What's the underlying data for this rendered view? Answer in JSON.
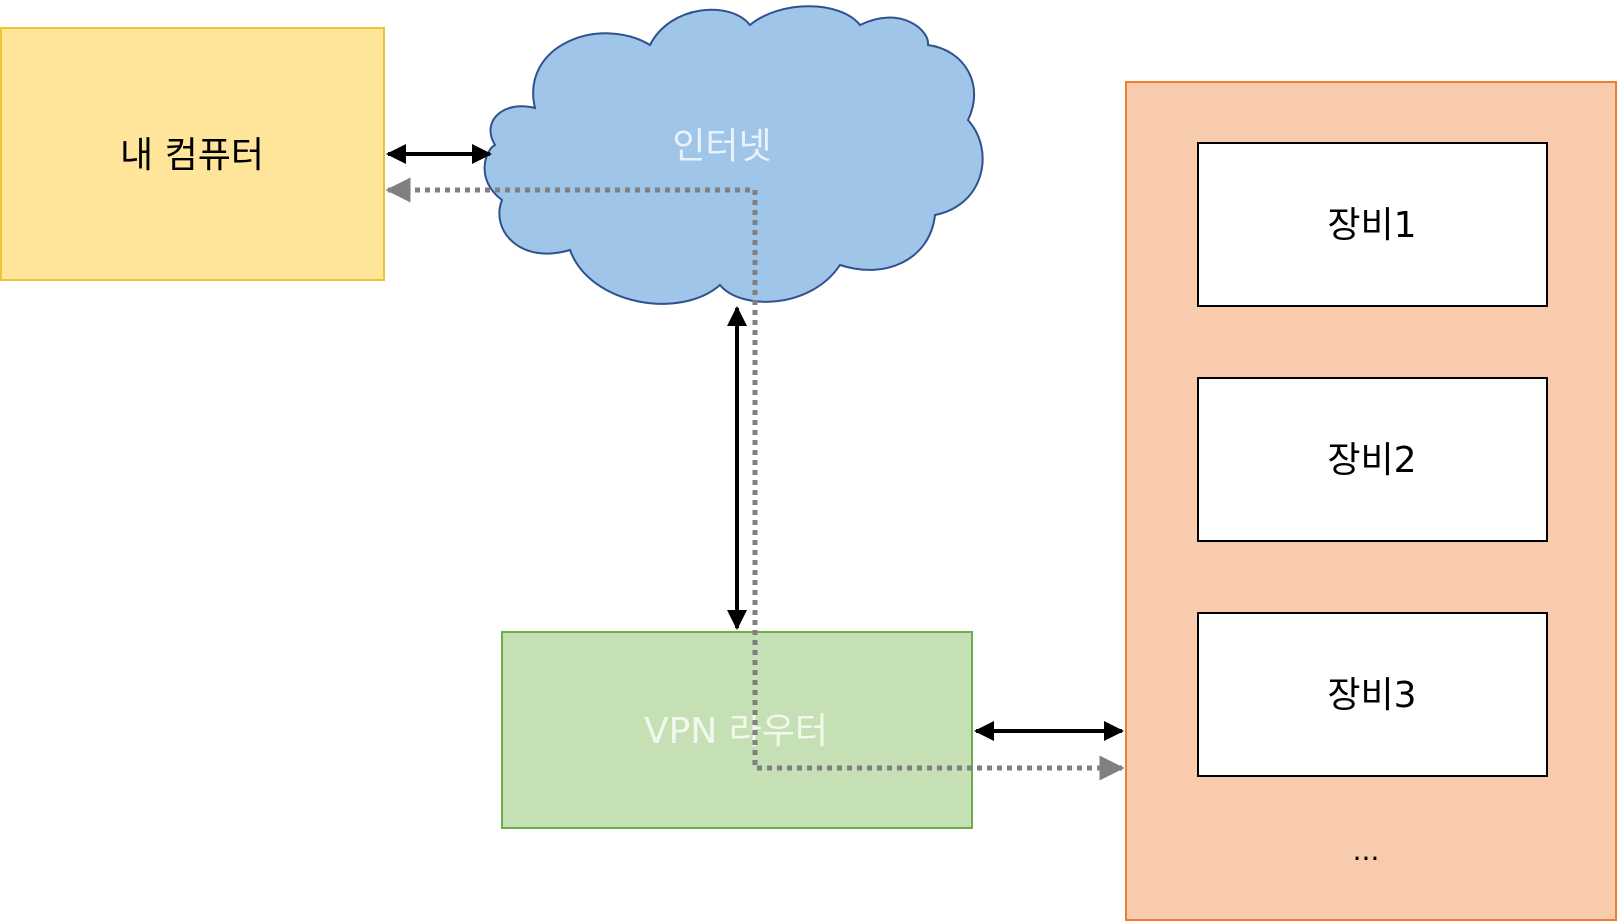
{
  "nodes": {
    "my_computer": {
      "label": "내 컴퓨터",
      "fill": "#FFE599",
      "stroke": "#F1C232"
    },
    "internet": {
      "label": "인터넷",
      "fill": "#9FC5E8",
      "stroke": "#2F528F"
    },
    "vpn_router": {
      "label": "VPN 라우터",
      "fill": "#C5E0B4",
      "stroke": "#70AD47"
    },
    "network": {
      "fill": "#F8CBAD",
      "stroke": "#ED7D31",
      "devices": [
        "장비1",
        "장비2",
        "장비3"
      ],
      "more": "..."
    }
  },
  "colors": {
    "solid_arrow": "#000000",
    "dashed_arrow": "#808080"
  }
}
